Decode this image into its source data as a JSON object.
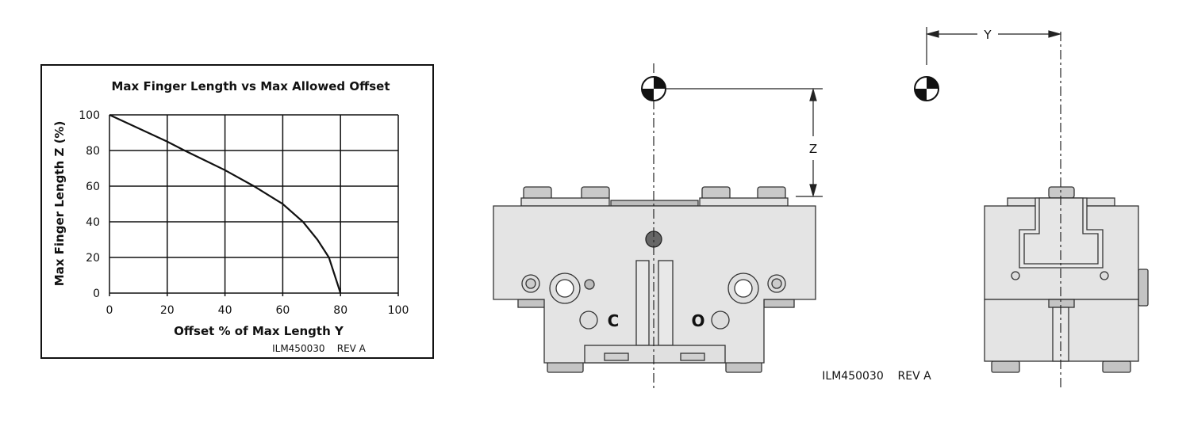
{
  "chart_data": {
    "type": "line",
    "title": "Max Finger Length vs Max Allowed Offset",
    "xlabel": "Offset % of Max Length Y",
    "ylabel": "Max Finger Length Z (%)",
    "xlim": [
      0,
      100
    ],
    "ylim": [
      0,
      100
    ],
    "x_ticks": [
      "0",
      "20",
      "40",
      "60",
      "80",
      "100"
    ],
    "y_ticks": [
      "0",
      "20",
      "40",
      "60",
      "80",
      "100"
    ],
    "grid": true,
    "series": [
      {
        "name": "Max Finger Length",
        "x": [
          0,
          10,
          20,
          26,
          40,
          50,
          60,
          67,
          72,
          76,
          78,
          80
        ],
        "y": [
          100,
          92.5,
          85,
          80,
          69,
          60,
          50,
          40,
          30,
          20,
          10,
          0
        ]
      }
    ],
    "footer": "ILM450030    REV A"
  },
  "drawing": {
    "dim_z": "Z",
    "dim_y": "Y",
    "label_c": "C",
    "label_o": "O",
    "footer": "ILM450030    REV A"
  }
}
